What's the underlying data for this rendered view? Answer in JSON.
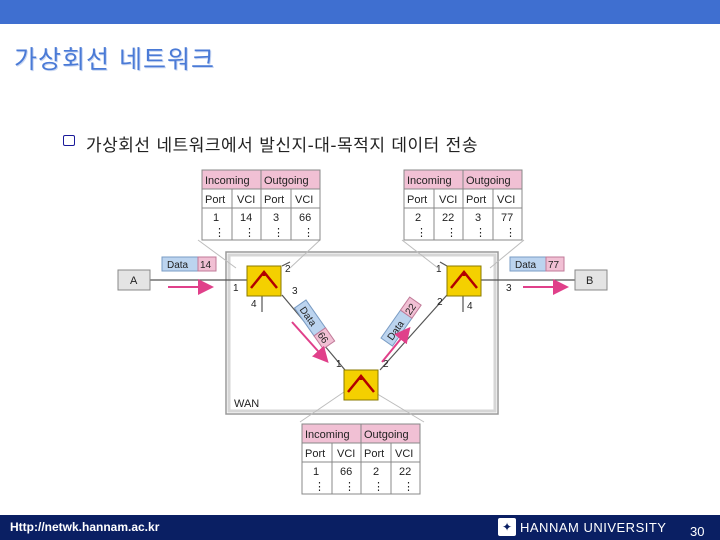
{
  "header": {
    "title": "가상회선 네트워크",
    "bullet": "가상회선 네트워크에서 발신지-대-목적지 데이터 전송"
  },
  "table_labels": {
    "incoming": "Incoming",
    "outgoing": "Outgoing",
    "port": "Port",
    "vci": "VCI",
    "dots": "⋮"
  },
  "tables": [
    {
      "in_port": "1",
      "in_vci": "14",
      "out_port": "3",
      "out_vci": "66"
    },
    {
      "in_port": "2",
      "in_vci": "22",
      "out_port": "3",
      "out_vci": "77"
    },
    {
      "in_port": "1",
      "in_vci": "66",
      "out_port": "2",
      "out_vci": "22"
    }
  ],
  "network": {
    "wan_label": "WAN",
    "host_a": "A",
    "host_b": "B",
    "switch_left_ports": [
      "1",
      "2",
      "3",
      "4"
    ],
    "switch_right_ports": [
      "1",
      "2",
      "3",
      "4"
    ],
    "switch_bottom_ports": [
      "1",
      "2"
    ]
  },
  "packets": {
    "data_word": "Data",
    "left_vci": "14",
    "right_vci": "77",
    "diag_left_vci": "66",
    "diag_right_vci": "22"
  },
  "colors": {
    "accent": "#3f6fd0",
    "table_header": "#f1c0d4",
    "packet_fill": "#bcd4ef",
    "switch_fill": "#f4d000",
    "arrow": "#e0408a",
    "footer": "#0a1f63"
  },
  "footer": {
    "url": "Http://netwk.hannam.ac.kr",
    "university": "HANNAM UNIVERSITY",
    "page": "30"
  }
}
